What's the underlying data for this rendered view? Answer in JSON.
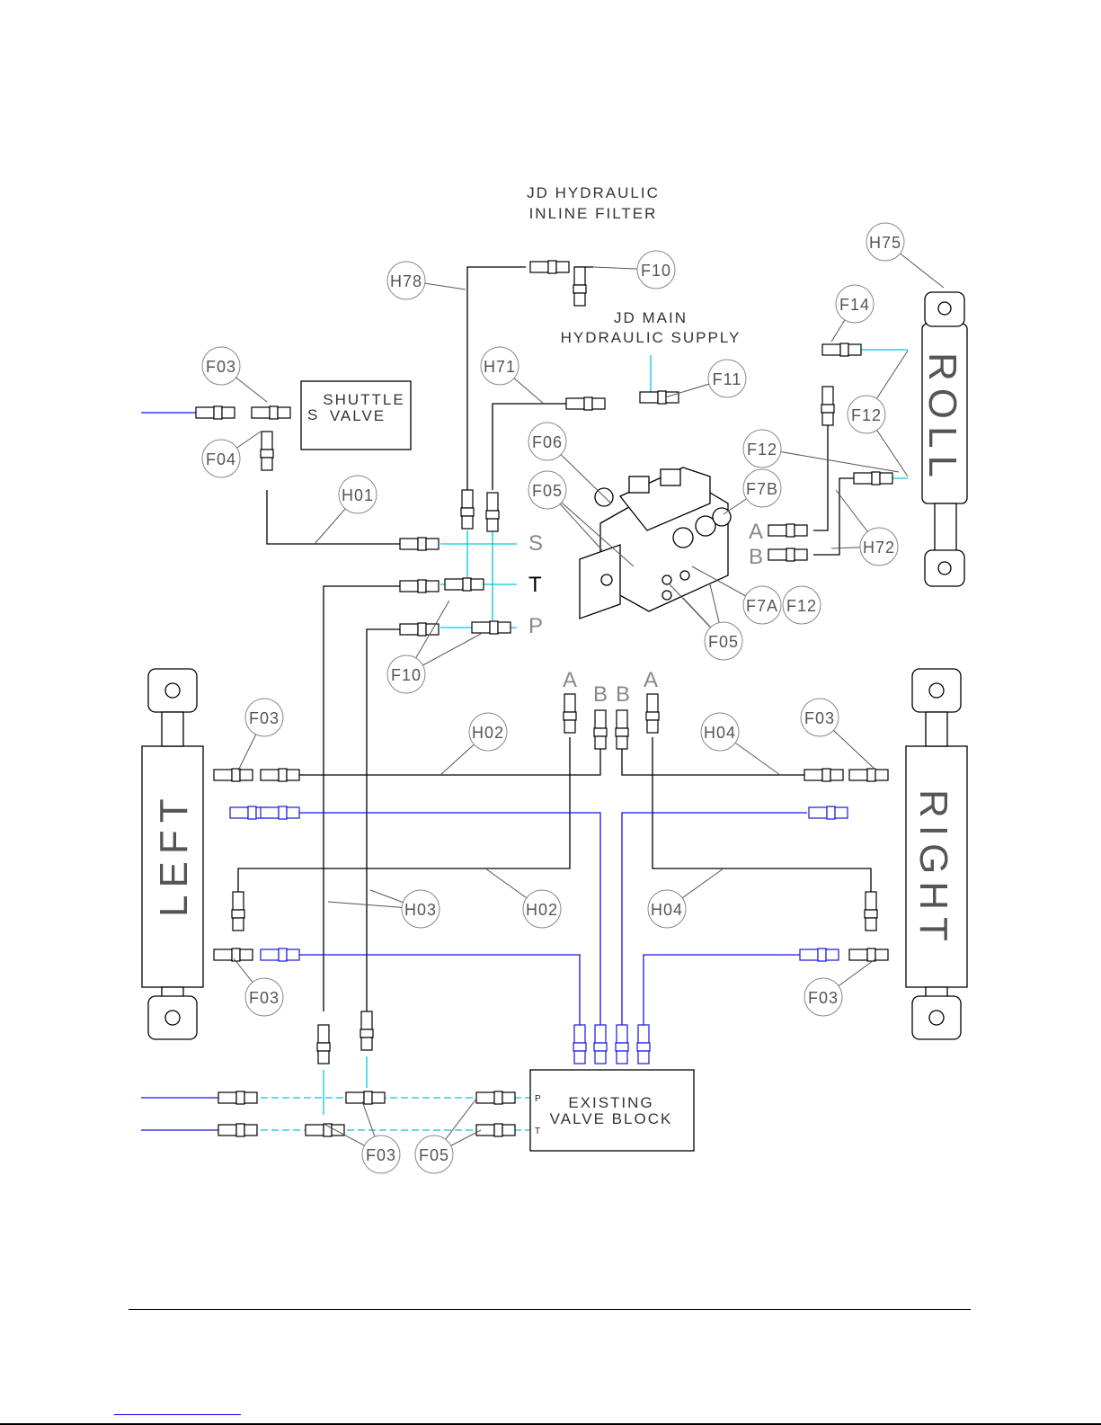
{
  "labels": {
    "filter_line1": "JD HYDRAULIC",
    "filter_line2": "INLINE FILTER",
    "supply_line1": "JD MAIN",
    "supply_line2": "HYDRAULIC SUPPLY",
    "shuttle_line1": "SHUTTLE",
    "shuttle_line2": "VALVE",
    "shuttle_port": "S",
    "port_s": "S",
    "port_t": "T",
    "port_p": "P",
    "roll_port_a": "A",
    "roll_port_b": "B",
    "top_a1": "A",
    "top_b1": "B",
    "top_b2": "B",
    "top_a2": "A",
    "left_cylinder": "LEFT",
    "right_cylinder": "RIGHT",
    "roll_cylinder": "ROLL",
    "valve_block_line1": "EXISTING",
    "valve_block_line2": "VALVE BLOCK",
    "valve_block_p": "P",
    "valve_block_t": "T"
  },
  "callouts": [
    "H78",
    "F10",
    "H75",
    "F14",
    "F03",
    "H71",
    "F11",
    "F04",
    "F12",
    "F06",
    "F12",
    "F05",
    "F7B",
    "H01",
    "H72",
    "F7A",
    "F12",
    "F05",
    "F10",
    "F03",
    "H02",
    "H04",
    "F03",
    "H03",
    "H02",
    "H04",
    "F03",
    "F03",
    "F03",
    "F05"
  ],
  "colors": {
    "hose": "#000000",
    "return_hose": "#1414e0",
    "tube": "#00c8e0"
  }
}
